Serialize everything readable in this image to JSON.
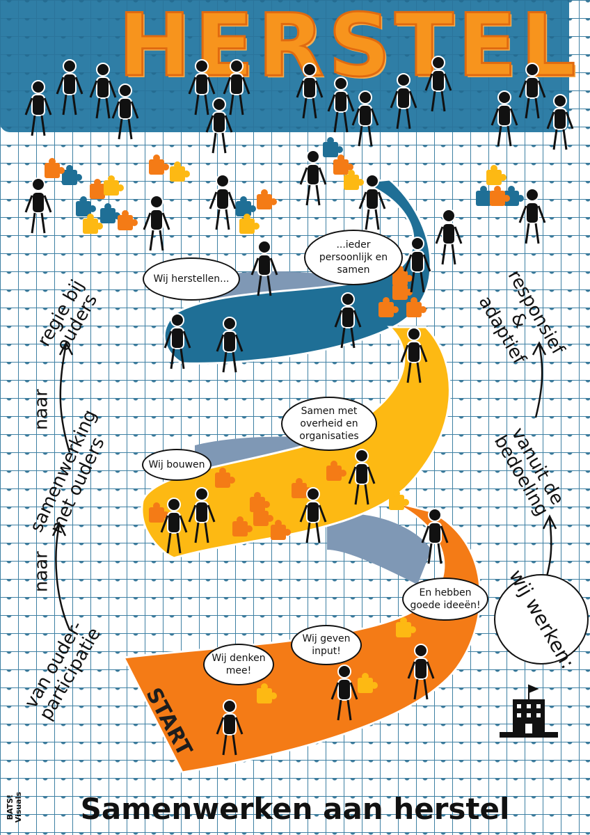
{
  "banner": {
    "title": "HERSTEL"
  },
  "bubbles": {
    "wij_herstellen": "Wij herstellen...",
    "ieder": "...ieder persoonlijk en samen",
    "samen_met": "Samen met overheid en organisaties",
    "wij_bouwen": "Wij bouwen",
    "goede_ideeen": "En hebben goede ideeën!",
    "input": "Wij geven input!",
    "denken_mee": "Wij denken mee!",
    "wij_werken": "wij werken:"
  },
  "left_labels": {
    "regie": "regie bij ouders",
    "naar_1": "naar",
    "samenwerking": "samenwerking met ouders",
    "naar_2": "naar",
    "participatie": "van ouder-participatie"
  },
  "right_labels": {
    "responsief": "responsief & adaptief",
    "bedoeling": "vanuit de bedoeling"
  },
  "start_label": "START",
  "title": "Samenwerken aan herstel",
  "logo": "BATS! Visuals",
  "colors": {
    "blue": "#1f6f96",
    "yellow": "#fdb913",
    "orange": "#f47b16",
    "gray": "#7f98b5"
  }
}
